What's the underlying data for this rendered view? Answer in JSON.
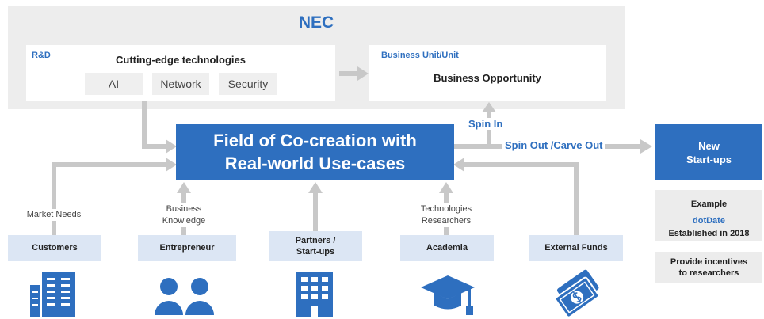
{
  "nec": {
    "title": "NEC"
  },
  "rd": {
    "label": "R&D",
    "heading": "Cutting-edge technologies",
    "chips": [
      "AI",
      "Network",
      "Security"
    ]
  },
  "business_unit": {
    "label": "Business Unit/Unit",
    "heading": "Business Opportunity"
  },
  "center": {
    "lines": [
      "Field of Co-creation with",
      "Real-world Use-cases"
    ]
  },
  "flows": {
    "spin_in": "Spin In",
    "spin_out": "Spin Out /Carve Out"
  },
  "new_startups": {
    "lines": [
      "New",
      "Start-ups"
    ]
  },
  "example": {
    "heading": "Example",
    "name": "dotDate",
    "established": "Established in 2018"
  },
  "incentives": {
    "lines": [
      "Provide incentives",
      "to researchers"
    ]
  },
  "edge_labels": {
    "market_needs": [
      "Market Needs"
    ],
    "business_knowledge": [
      "Business",
      "Knowledge"
    ],
    "technologies_researchers": [
      "Technologies",
      "Researchers"
    ]
  },
  "stakeholders": [
    {
      "lines": [
        "Customers"
      ],
      "icon": "office-building-icon"
    },
    {
      "lines": [
        "Entrepreneur"
      ],
      "icon": "people-icon"
    },
    {
      "lines": [
        "Partners /",
        "Start-ups"
      ],
      "icon": "company-building-icon"
    },
    {
      "lines": [
        "Academia"
      ],
      "icon": "graduation-cap-icon"
    },
    {
      "lines": [
        "External Funds"
      ],
      "icon": "money-icon"
    }
  ],
  "colors": {
    "accent": "#2e6fbf",
    "panel": "#ededed",
    "stakeholder": "#dce6f4",
    "arrow": "#c8c8c8"
  }
}
